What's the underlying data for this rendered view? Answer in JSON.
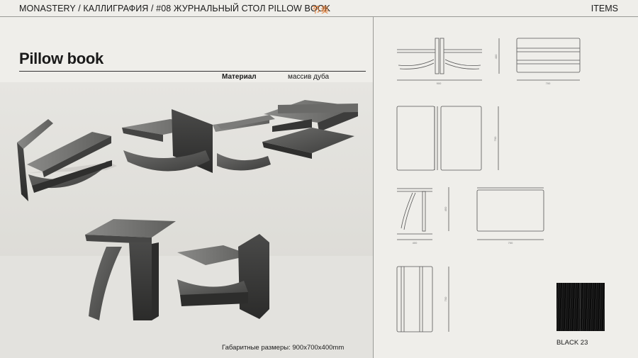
{
  "header": {
    "breadcrumb": "MONASTERY / КАЛЛИГРАФИЯ / #08 ЖУРНАЛЬНЫЙ СТОЛ PILLOW BOOK",
    "cjk": "节奏",
    "items": "ITEMS"
  },
  "product": {
    "title": "Pillow book",
    "material_label": "Материал",
    "material_value": "массив дуба",
    "dimensions": "Габаритные размеры: 900x700x400mm"
  },
  "drawings": {
    "front_width": "900",
    "front_height": "400",
    "top_width": "700",
    "plan_depth": "700",
    "side_width": "400",
    "side_height": "450",
    "side2_width": "700",
    "small_plan_depth": "700"
  },
  "swatch": {
    "label": "BLACK 23",
    "color": "#111111"
  },
  "colors": {
    "accent": "#e2782f",
    "background": "#efeeea"
  }
}
